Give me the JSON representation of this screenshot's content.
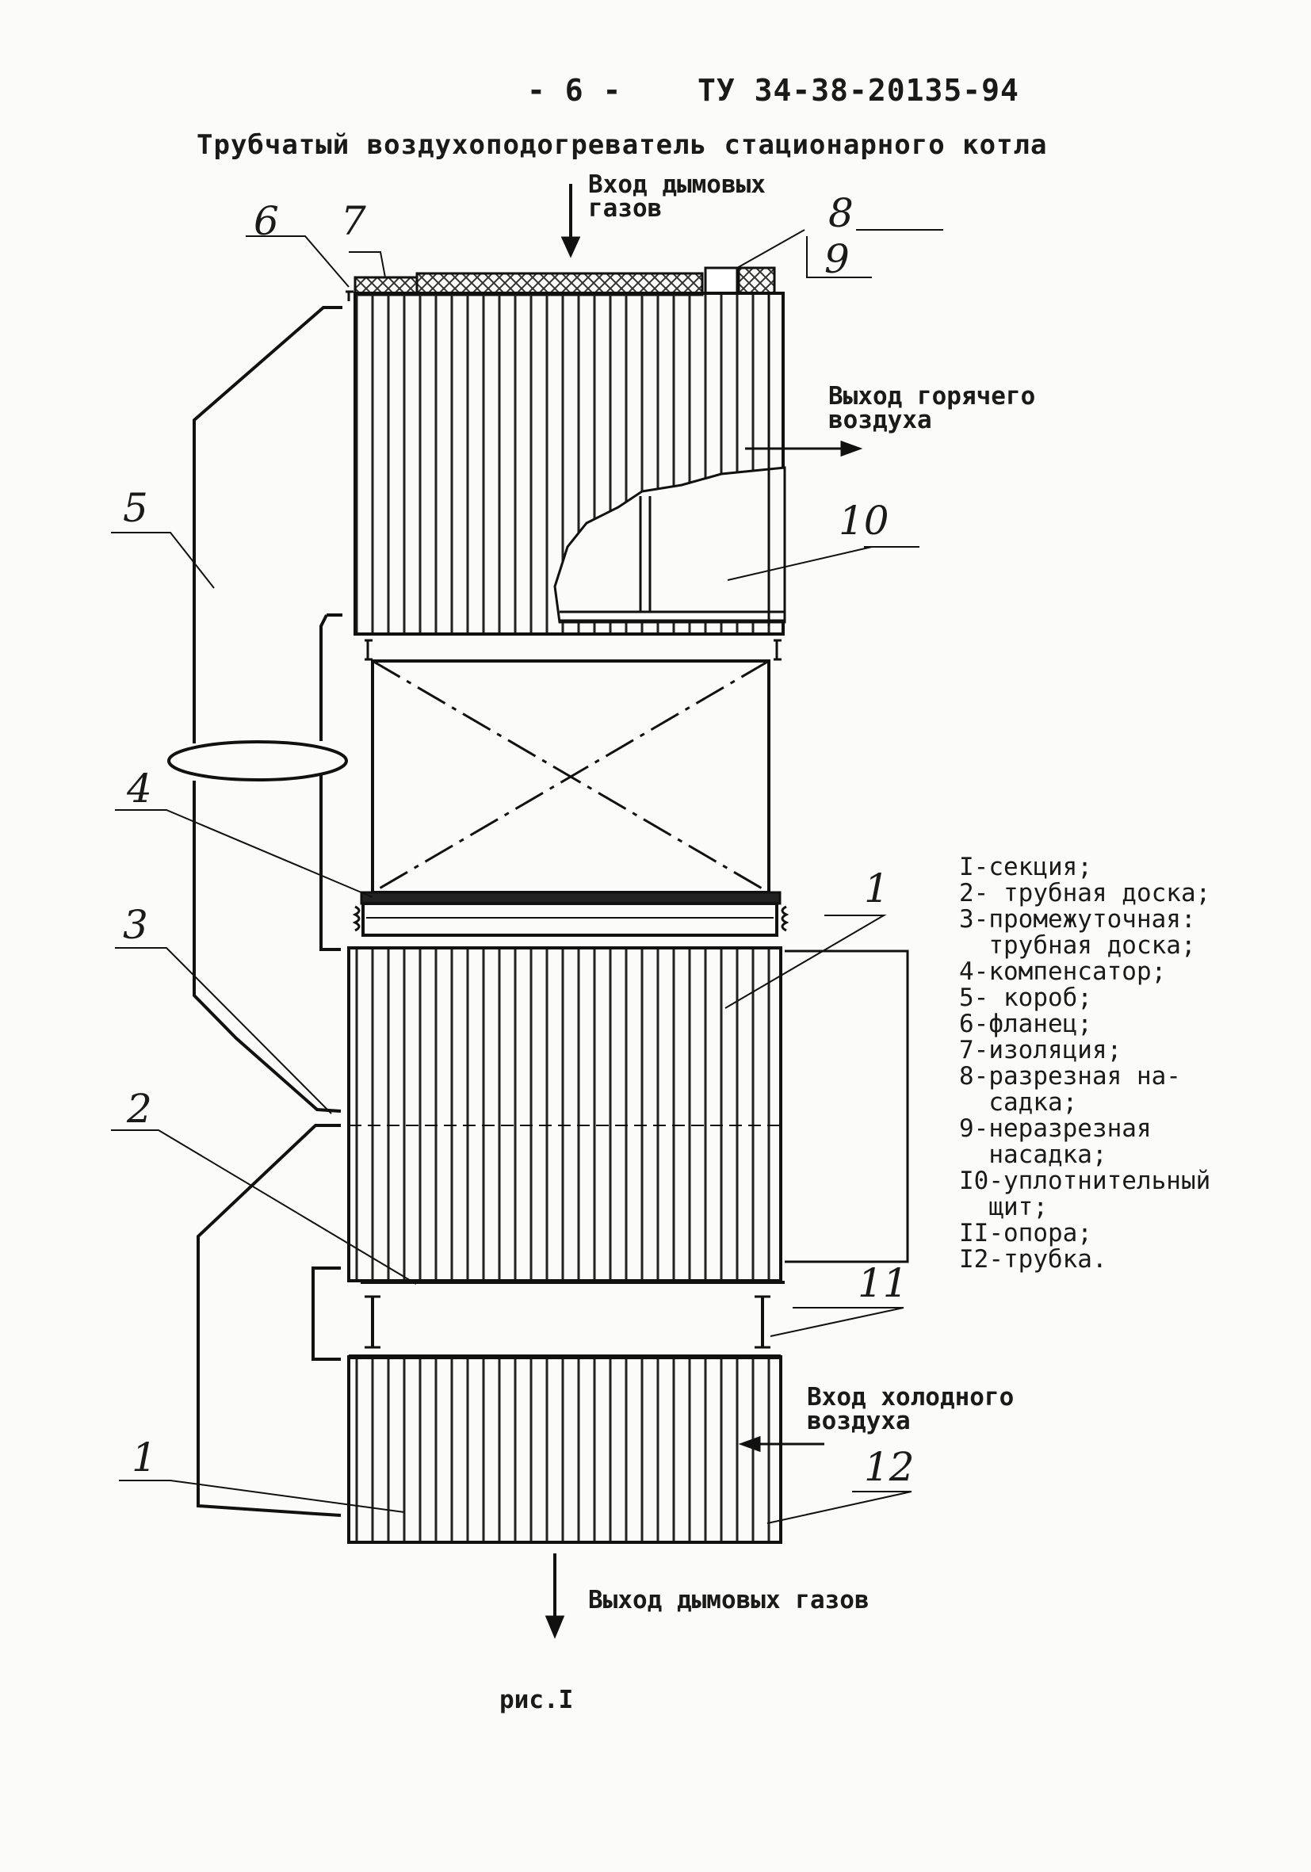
{
  "header": {
    "page_number": "- 6 -",
    "doc_code": "ТУ 34-38-20135-94"
  },
  "title": "Трубчатый воздухоподогреватель стационарного котла",
  "flow_labels": {
    "smoke_in": "Вход дымовых\nгазов",
    "hot_air_out": "Выход горячего\nвоздуха",
    "cold_air_in": "Вход холодного\nвоздуха",
    "smoke_out": "Выход дымовых газов"
  },
  "callouts": [
    "1",
    "1",
    "2",
    "3",
    "4",
    "5",
    "6",
    "7",
    "8",
    "9",
    "10",
    "11",
    "12"
  ],
  "legend": [
    "I-секция;",
    "2- трубная доска;",
    "3-промежуточная:",
    "  трубная доска;",
    "4-компенсатор;",
    "5- короб;",
    "6-фланец;",
    "7-изоляция;",
    "8-разрезная на-",
    "  садка;",
    "9-неразрезная",
    "  насадка;",
    "I0-уплотнительный",
    "  щит;",
    "II-опора;",
    "I2-трубка."
  ],
  "caption": "рис.I"
}
